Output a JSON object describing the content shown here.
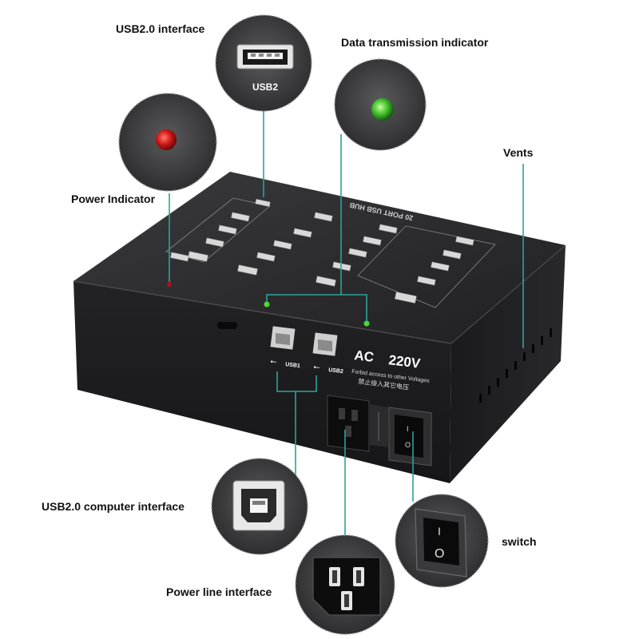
{
  "callouts": {
    "usb20_interface": "USB2.0 interface",
    "data_indicator": "Data transmission indicator",
    "power_indicator": "Power Indicator",
    "vents": "Vents",
    "computer_interface": "USB2.0 computer interface",
    "switch": "switch",
    "power_line": "Power line interface"
  },
  "device": {
    "top_label": "20 PORT USB HUB",
    "usb1_label": "USB1",
    "usb2_label": "USB2",
    "ac_label": "AC",
    "voltage": "220V",
    "warning_en": "Forbid access to other Voltages",
    "warning_cn": "禁止接入其它电压",
    "switch_off": "O",
    "switch_on": "I"
  },
  "zoom": {
    "usb_port_label": "USB2"
  },
  "colors": {
    "leader_line": "#2aa39a",
    "device_body": "#1f1f21",
    "power_led": "#d01818",
    "data_led": "#3fbf2a"
  }
}
